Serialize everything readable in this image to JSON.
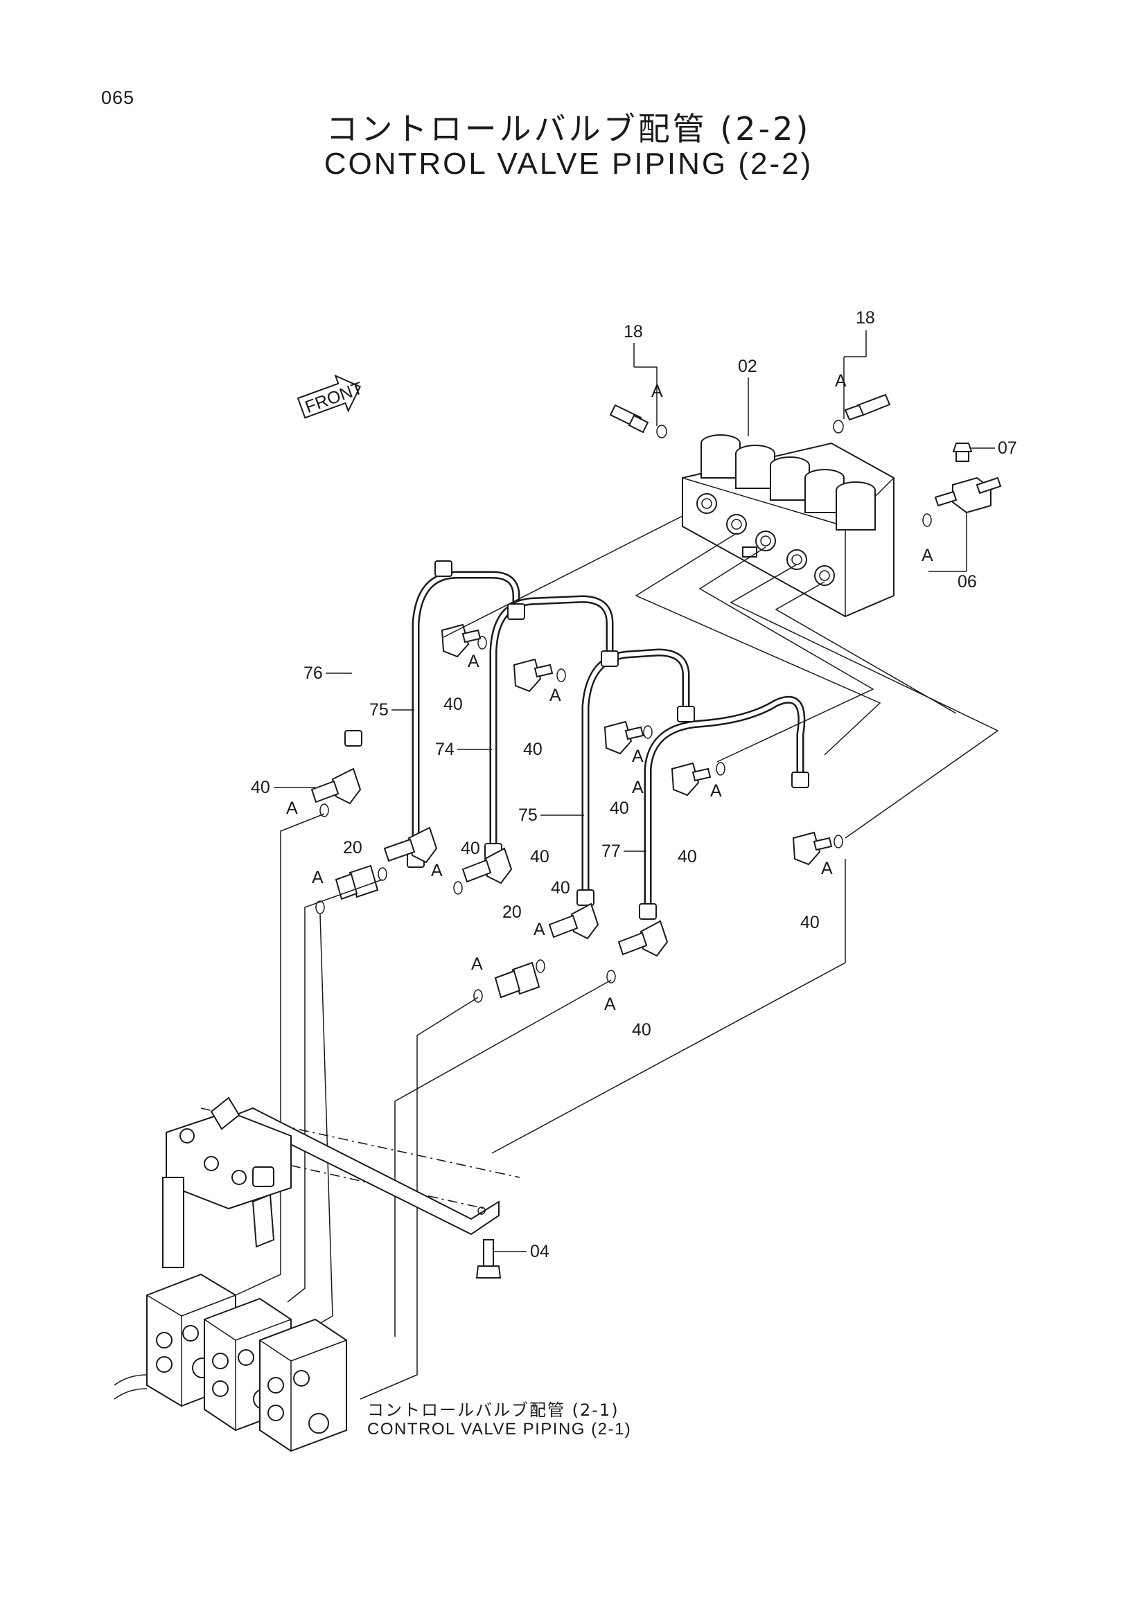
{
  "page_number": "065",
  "title_jp": "コントロールバルブ配管 (2-2)",
  "title_en": "CONTROL VALVE PIPING (2-2)",
  "front_label": "FRONT",
  "reference": {
    "jp": "コントロールバルブ配管 (2-1)",
    "en": "CONTROL VALVE PIPING (2-1)"
  },
  "part_callouts": {
    "p02": "02",
    "p04": "04",
    "p06": "06",
    "p07": "07",
    "p18": "18",
    "p20": "20",
    "p40": "40",
    "p74": "74",
    "p75": "75",
    "p76": "76",
    "p77": "77"
  },
  "oring_symbol": "A"
}
